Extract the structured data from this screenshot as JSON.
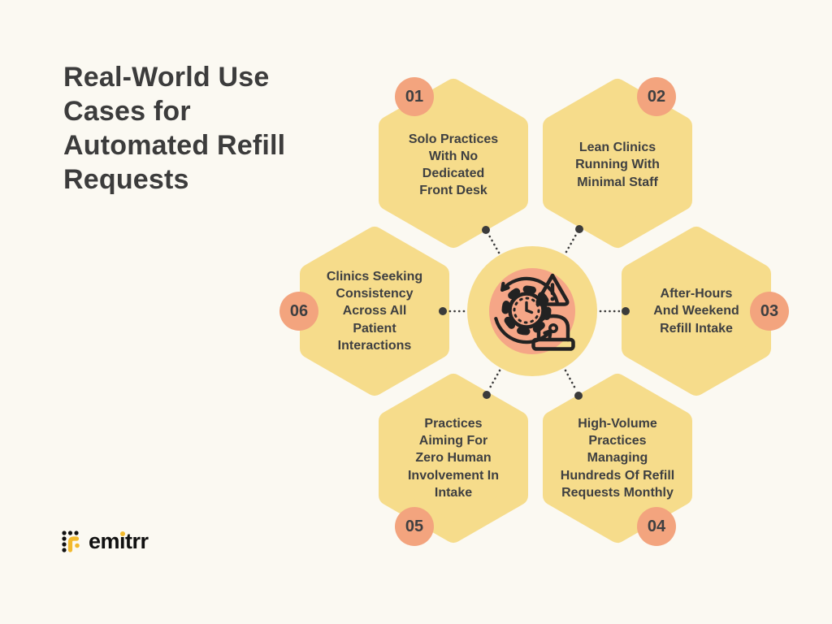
{
  "title": "Real-World Use\nCases for\nAutomated Refill\nRequests",
  "brand": "emitrr",
  "center": {
    "icon": "gear-clock-warning-siren-icon"
  },
  "colors": {
    "background": "#FBF9F2",
    "hexagon": "#F6DC8B",
    "badge": "#F3A47E",
    "center_inner": "#F5A687",
    "ink": "#3E3F41",
    "icon_stroke": "#222222",
    "connector": "#3B3B3B",
    "logo_yellow": "#F2B92D",
    "logo_ink": "#111111"
  },
  "items": [
    {
      "number": "01",
      "label": "Solo Practices\nWith No\nDedicated\nFront Desk"
    },
    {
      "number": "02",
      "label": "Lean Clinics\nRunning With\nMinimal Staff"
    },
    {
      "number": "03",
      "label": "After-Hours\nAnd Weekend\nRefill Intake"
    },
    {
      "number": "04",
      "label": "High-Volume\nPractices\nManaging\nHundreds Of Refill\nRequests Monthly"
    },
    {
      "number": "05",
      "label": "Practices\nAiming For\nZero Human\nInvolvement In\nIntake"
    },
    {
      "number": "06",
      "label": "Clinics Seeking\nConsistency\nAcross All\nPatient\nInteractions"
    }
  ]
}
